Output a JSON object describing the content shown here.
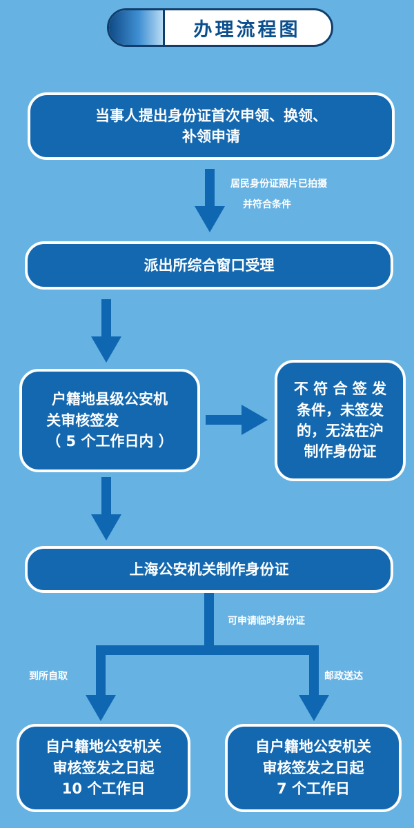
{
  "title": "办理流程图",
  "steps": {
    "apply": {
      "line1": "当事人提出身份证首次申领、换领、",
      "line2": "补领申请"
    },
    "accept": {
      "text": "派出所综合窗口受理"
    },
    "review": {
      "line1": "户籍地县级公安机",
      "line2": "关审核签发",
      "line3": "（ 5 个工作日内 ）"
    },
    "reject": {
      "line1": "不 符 合 签 发",
      "line2": "条件，未签发",
      "line3": "的，无法在沪",
      "line4": "制作身份证"
    },
    "produce": {
      "text": "上海公安机关制作身份证"
    },
    "pickup": {
      "line1": "自户籍地公安机关",
      "line2": "审核签发之日起",
      "line3": "10 个工作日"
    },
    "mail": {
      "line1": "自户籍地公安机关",
      "line2": "审核签发之日起",
      "line3": "7 个工作日"
    }
  },
  "notes": {
    "photo_line1": "居民身份证照片已拍摄",
    "photo_line2": "并符合条件",
    "temp_id": "可申请临时身份证",
    "pickup_label": "到所自取",
    "mail_label": "邮政送达"
  },
  "colors": {
    "background": "#66b2e3",
    "box": "#1368b0",
    "arrow": "#0f67b1",
    "title_text": "#0b4f8e"
  }
}
